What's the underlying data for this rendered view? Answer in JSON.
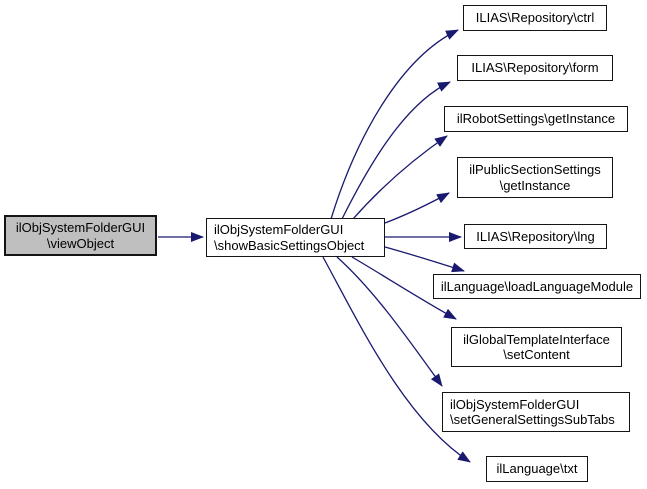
{
  "graph": {
    "kind": "call-graph",
    "colors": {
      "edge": "#191970",
      "root_fill": "#bfbfbf",
      "node_fill": "#ffffff",
      "node_border": "#000000",
      "text": "#000000"
    },
    "root": {
      "label": "ilObjSystemFolderGUI\n\\viewObject"
    },
    "center": {
      "label": "ilObjSystemFolderGUI\n\\showBasicSettingsObject"
    },
    "callees": {
      "ctrl": "ILIAS\\Repository\\ctrl",
      "form": "ILIAS\\Repository\\form",
      "robot_get_instance": "ilRobotSettings\\getInstance",
      "public_section_get_instance": "ilPublicSectionSettings\n\\getInstance",
      "lng": "ILIAS\\Repository\\lng",
      "load_language_module": "ilLanguage\\loadLanguageModule",
      "set_content": "ilGlobalTemplateInterface\n\\setContent",
      "set_general_settings_sub_tabs": "ilObjSystemFolderGUI\n\\setGeneralSettingsSubTabs",
      "txt": "ilLanguage\\txt"
    }
  }
}
